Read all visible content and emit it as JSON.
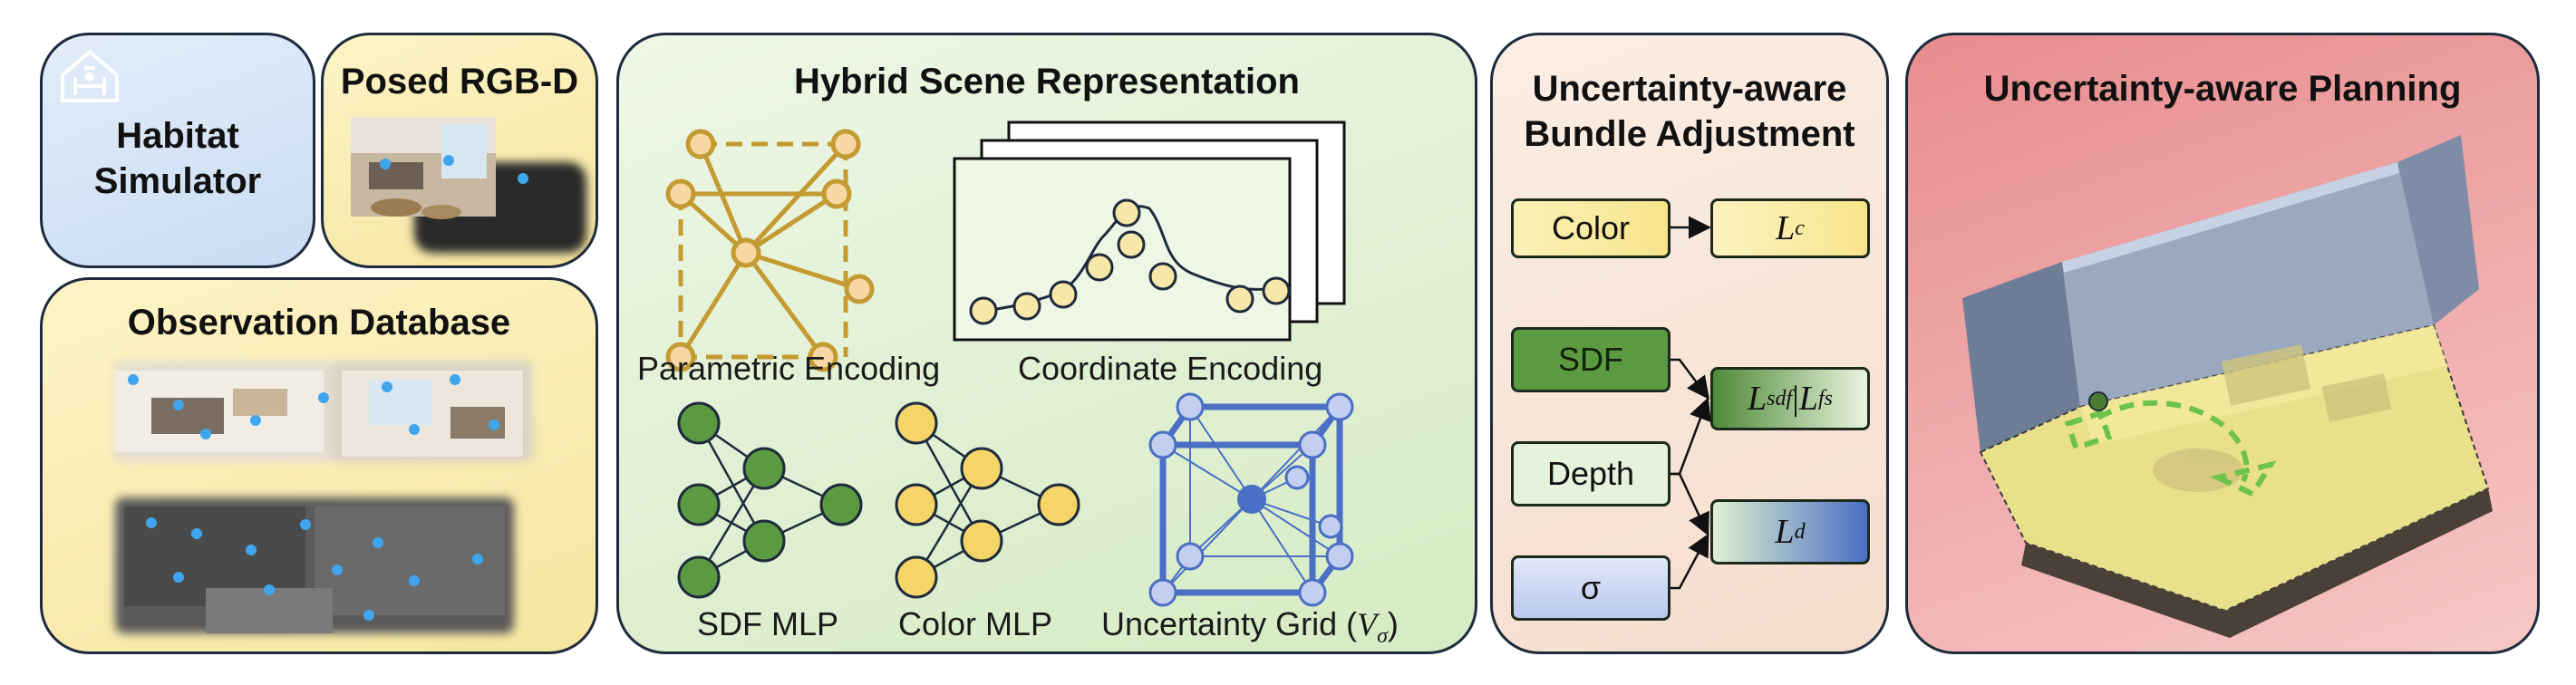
{
  "panels": {
    "habitat": {
      "title_line1": "Habitat",
      "title_line2": "Simulator",
      "icon": "habitat-logo-icon"
    },
    "posed": {
      "title": "Posed RGB-D"
    },
    "observation": {
      "title": "Observation Database"
    },
    "hybrid": {
      "title": "Hybrid Scene Representation",
      "parametric_label": "Parametric Encoding",
      "coordinate_label": "Coordinate Encoding",
      "sdf_mlp_label": "SDF MLP",
      "color_mlp_label": "Color MLP",
      "uncertainty_grid_label": "Uncertainty Grid (",
      "uncertainty_grid_symbol": "V",
      "uncertainty_grid_sub": "σ",
      "uncertainty_grid_close": ")"
    },
    "bundle": {
      "title_line1": "Uncertainty-aware",
      "title_line2": "Bundle Adjustment",
      "inputs": {
        "color": "Color",
        "sdf": "SDF",
        "depth": "Depth",
        "sigma": "σ"
      },
      "losses": {
        "lc": {
          "base": "L",
          "sub": "c"
        },
        "lsdf": {
          "base": "L",
          "sub": "sdf",
          "sep": " | ",
          "base2": "L",
          "sub2": "fs"
        },
        "ld": {
          "base": "L",
          "sub": "d"
        }
      }
    },
    "planning": {
      "title": "Uncertainty-aware Planning"
    }
  },
  "colors": {
    "habitat_bg": "#d3e3f7",
    "yellow_bg": "#fbf0b8",
    "hybrid_bg": "#e4f2d8",
    "bundle_bg": "#f8e6da",
    "planning_bg": "#ec9a9c",
    "encoding_gold": "#c49a32",
    "node_fill": "#f7d8a4",
    "sdf_green": "#5c9a42",
    "color_yellow": "#f5d468",
    "grid_blue": "#4a6fc4",
    "dot_blue": "#3fa6ee",
    "dash_green": "#6cc24a"
  }
}
